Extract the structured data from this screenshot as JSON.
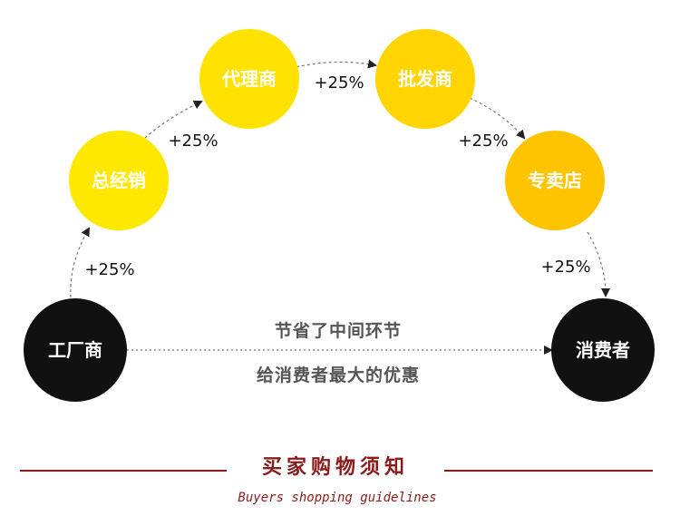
{
  "nodes": {
    "factory": "工厂商",
    "general_distributor": "总经销",
    "agent": "代理商",
    "wholesaler": "批发商",
    "retail_store": "专卖店",
    "consumer": "消费者"
  },
  "markups": {
    "factory_to_general": "+25%",
    "general_to_agent": "+25%",
    "agent_to_wholesaler": "+25%",
    "wholesaler_to_store": "+25%",
    "store_to_consumer": "+25%"
  },
  "direct": {
    "line1": "节省了中间环节",
    "line2": "给消费者最大的优惠"
  },
  "footer": {
    "title": "买家购物须知",
    "subtitle": "Buyers shopping guidelines"
  },
  "colors": {
    "yellow_light": "#FFE800",
    "yellow_mid": "#FFD400",
    "yellow_orange": "#FFC400",
    "black_node": "#111111",
    "accent_red": "#8B1A1A",
    "gray_text": "#555555",
    "arrow_gray": "#777777"
  }
}
